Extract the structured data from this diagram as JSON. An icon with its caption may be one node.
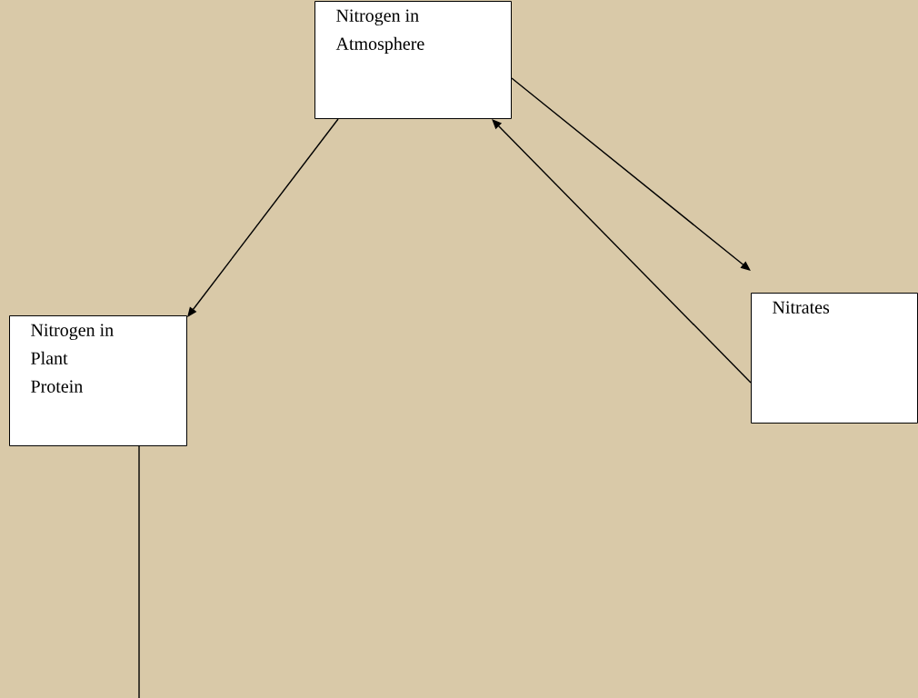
{
  "diagram": {
    "nodes": [
      {
        "text": [
          "Nitrogen in Atmosphere"
        ]
      },
      {
        "text": [
          "Nitrogen in Plant Protein"
        ]
      },
      {
        "text": [
          "Nitrates"
        ]
      }
    ],
    "edges": [
      {
        "from": 0,
        "to": 1,
        "arrow": "to"
      },
      {
        "from": 0,
        "to": 2,
        "arrow": "to"
      },
      {
        "from": 2,
        "to": 0,
        "arrow": "to"
      },
      {
        "from": 1,
        "to": null,
        "arrow": "none"
      }
    ]
  }
}
